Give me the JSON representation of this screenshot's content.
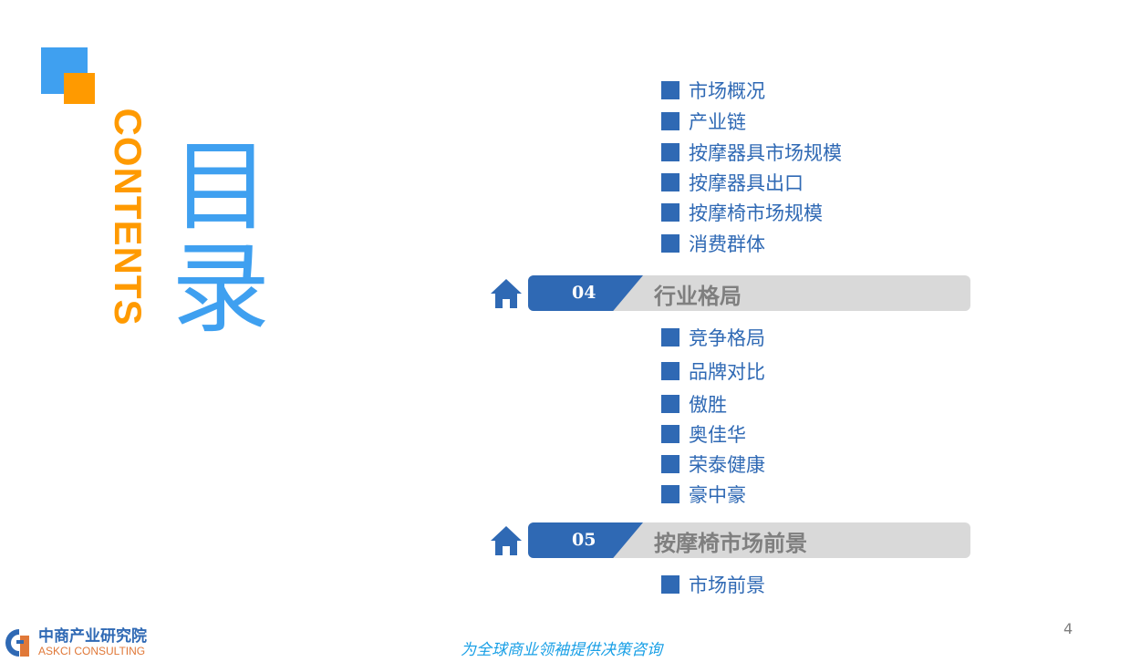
{
  "left": {
    "contents_label": "CONTENTS",
    "title": "目录"
  },
  "group_top": [
    "市场概况",
    "产业链",
    "按摩器具市场规模",
    "按摩器具出口",
    "按摩椅市场规模",
    "消费群体"
  ],
  "sections": [
    {
      "num": "04",
      "title": "行业格局",
      "items": [
        "竞争格局",
        "品牌对比",
        "傲胜",
        "奥佳华",
        "荣泰健康",
        "豪中豪"
      ]
    },
    {
      "num": "05",
      "title": "按摩椅市场前景",
      "items": [
        "市场前景"
      ]
    }
  ],
  "footer": {
    "logo_cn": "中商产业研究院",
    "logo_en": "ASKCI CONSULTING",
    "slogan": "为全球商业领袖提供决策咨询",
    "page_number": "4"
  },
  "colors": {
    "blue": "#2f69b4",
    "light_blue": "#3fa0f0",
    "orange": "#ff9a00",
    "gray": "#d9d9d9"
  }
}
